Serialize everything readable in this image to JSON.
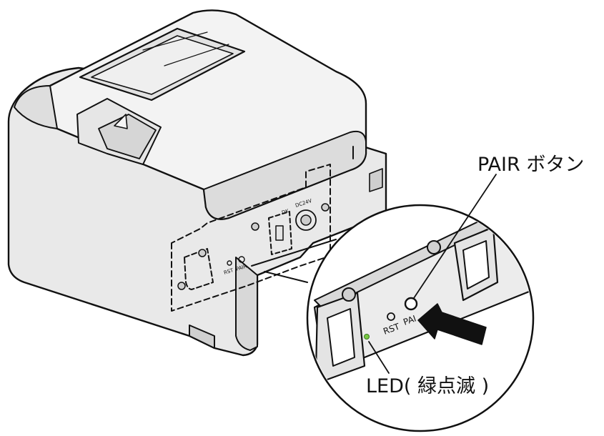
{
  "callouts": {
    "pair_button": "PAIR ボタン",
    "led": "LED( 緑点滅 )"
  },
  "panel_labels": {
    "rst": "RST",
    "pair": "PAIR",
    "pair_truncated": "PAI",
    "dk": "DK",
    "dc24v": "DC24V"
  },
  "colors": {
    "line": "#111111",
    "body_gray": "#e9e9e9",
    "body_dark": "#d4d4d4",
    "led_green": "#7ac943"
  }
}
